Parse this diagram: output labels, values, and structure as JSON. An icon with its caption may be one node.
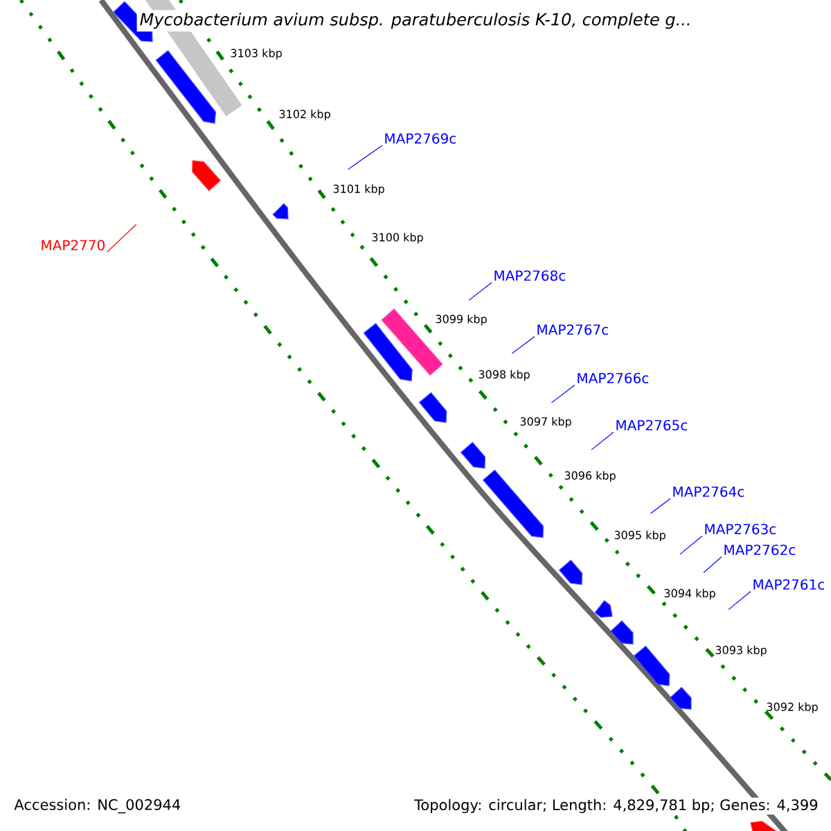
{
  "diagram": {
    "title": "Mycobacterium avium subsp. paratuberculosis K-10, complete g...",
    "nodes": [
      {
        "text": [
          "MAP2769c"
        ]
      },
      {
        "text": [
          "MAP2770"
        ]
      },
      {
        "text": [
          "MAP2768c"
        ]
      },
      {
        "text": [
          "MAP2767c"
        ]
      },
      {
        "text": [
          "MAP2766c"
        ]
      },
      {
        "text": [
          "MAP2765c"
        ]
      },
      {
        "text": [
          "MAP2764c"
        ]
      },
      {
        "text": [
          "MAP2763c"
        ]
      },
      {
        "text": [
          "MAP2762c"
        ]
      },
      {
        "text": [
          "MAP2761c"
        ]
      }
    ],
    "edges": [
      {
        "from": 0,
        "to": null,
        "arrow": "none"
      },
      {
        "from": 1,
        "to": null,
        "arrow": "none",
        "color": "#ff0000"
      },
      {
        "from": 2,
        "to": null,
        "arrow": "none"
      },
      {
        "from": 3,
        "to": null,
        "arrow": "none"
      },
      {
        "from": 4,
        "to": null,
        "arrow": "none"
      },
      {
        "from": 5,
        "to": null,
        "arrow": "none"
      },
      {
        "from": 6,
        "to": null,
        "arrow": "none"
      },
      {
        "from": 7,
        "to": null,
        "arrow": "none"
      },
      {
        "from": 8,
        "to": null,
        "arrow": "none"
      },
      {
        "from": 9,
        "to": null,
        "arrow": "none"
      }
    ],
    "labels": [
      "3103 kbp",
      "3102 kbp",
      "3101 kbp",
      "3100 kbp",
      "3099 kbp",
      "3098 kbp",
      "3097 kbp",
      "3096 kbp",
      "3095 kbp",
      "3094 kbp",
      "3093 kbp",
      "3092 kbp",
      "Accession: NC_002944",
      "Topology: circular; Length: 4,829,781 bp; Genes: 4,399"
    ]
  }
}
